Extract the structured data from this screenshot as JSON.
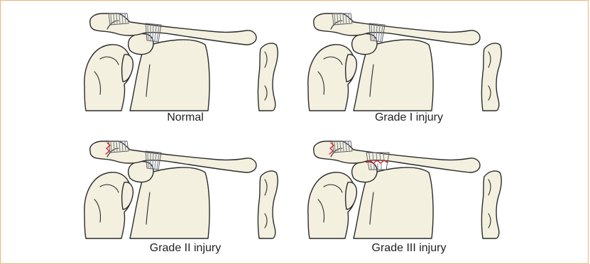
{
  "panels": [
    {
      "id": "normal",
      "caption": "Normal",
      "ac_tear": false,
      "cc_tear": false
    },
    {
      "id": "grade1",
      "caption": "Grade I injury",
      "ac_tear": false,
      "cc_tear": false
    },
    {
      "id": "grade2",
      "caption": "Grade II injury",
      "ac_tear": true,
      "cc_tear": false
    },
    {
      "id": "grade3",
      "caption": "Grade III injury",
      "ac_tear": true,
      "cc_tear": true
    }
  ],
  "colors": {
    "frame_border": "#f2b27a",
    "bone_fill": "#f3f0df",
    "outline": "#2b2b2b",
    "ligament": "#7f858e",
    "tear": "#d2232a"
  }
}
